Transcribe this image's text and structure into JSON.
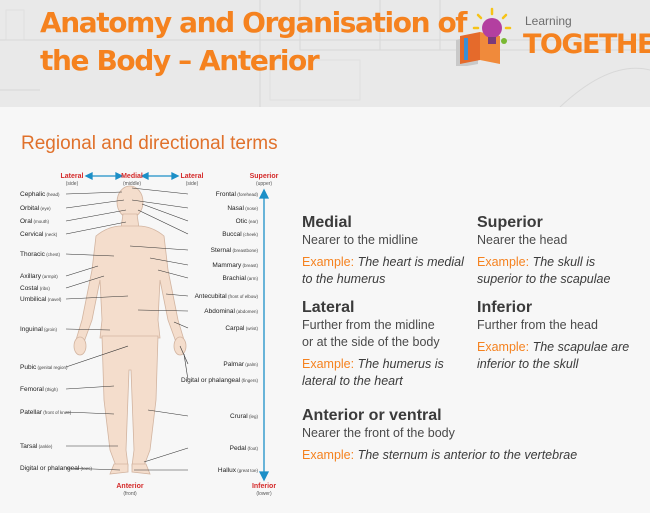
{
  "header": {
    "title_line1": "Anatomy and Organisation of",
    "title_line2": "the Body – Anterior",
    "logo_small": "Learning",
    "logo_big": "TOGETHER"
  },
  "section_title": "Regional and directional terms",
  "diagram": {
    "top_labels": [
      {
        "term": "Lateral",
        "sub": "(side)"
      },
      {
        "term": "Medial",
        "sub": "(middle)"
      },
      {
        "term": "Lateral",
        "sub": "(side)"
      }
    ],
    "superior": {
      "term": "Superior",
      "sub": "(upper)"
    },
    "inferior": {
      "term": "Inferior",
      "sub": "(lower)"
    },
    "anterior": {
      "term": "Anterior",
      "sub": "(front)"
    },
    "left_labels": [
      {
        "term": "Cephalic",
        "sub": "(head)"
      },
      {
        "term": "Orbital",
        "sub": "(eye)"
      },
      {
        "term": "Oral",
        "sub": "(mouth)"
      },
      {
        "term": "Cervical",
        "sub": "(neck)"
      },
      {
        "term": "Thoracic",
        "sub": "(chest)"
      },
      {
        "term": "Axillary",
        "sub": "(armpit)"
      },
      {
        "term": "Costal",
        "sub": "(ribs)"
      },
      {
        "term": "Umbilical",
        "sub": "(navel)"
      },
      {
        "term": "Inguinal",
        "sub": "(groin)"
      },
      {
        "term": "Pubic",
        "sub": "(genital region)"
      },
      {
        "term": "Femoral",
        "sub": "(thigh)"
      },
      {
        "term": "Patellar",
        "sub": "(front of knee)"
      },
      {
        "term": "Tarsal",
        "sub": "(ankle)"
      },
      {
        "term": "Digital or phalangeal",
        "sub": "(toes)"
      }
    ],
    "right_labels": [
      {
        "term": "Frontal",
        "sub": "(forehead)"
      },
      {
        "term": "Nasal",
        "sub": "(nose)"
      },
      {
        "term": "Otic",
        "sub": "(ear)"
      },
      {
        "term": "Buccal",
        "sub": "(cheek)"
      },
      {
        "term": "Sternal",
        "sub": "(breastbone)"
      },
      {
        "term": "Mammary",
        "sub": "(breast)"
      },
      {
        "term": "Brachial",
        "sub": "(arm)"
      },
      {
        "term": "Antecubital",
        "sub": "(front of elbow)"
      },
      {
        "term": "Abdominal",
        "sub": "(abdomen)"
      },
      {
        "term": "Carpal",
        "sub": "(wrist)"
      },
      {
        "term": "Palmar",
        "sub": "(palm)"
      },
      {
        "term": "Digital or phalangeal",
        "sub": "(fingers)"
      },
      {
        "term": "Crural",
        "sub": "(leg)"
      },
      {
        "term": "Pedal",
        "sub": "(foot)"
      },
      {
        "term": "Hallux",
        "sub": "(great toe)"
      }
    ]
  },
  "terms": {
    "medial": {
      "name": "Medial",
      "def": "Nearer to the midline",
      "ex_label": "Example:",
      "ex_l1": "The heart is medial",
      "ex_l2": "to the humerus"
    },
    "superior": {
      "name": "Superior",
      "def": "Nearer the head",
      "ex_label": "Example:",
      "ex_l1": "The skull is",
      "ex_l2": "superior to the scapulae"
    },
    "lateral": {
      "name": "Lateral",
      "def_l1": "Further from the midline",
      "def_l2": "or at the side of the body",
      "ex_label": "Example:",
      "ex_l1": "The humerus is",
      "ex_l2": "lateral to the heart"
    },
    "inferior": {
      "name": "Inferior",
      "def": "Further from the head",
      "ex_label": "Example:",
      "ex_l1": "The scapulae are",
      "ex_l2": "inferior to the skull"
    },
    "anterior": {
      "name": "Anterior or ventral",
      "def": "Nearer the front of the body",
      "ex_label": "Example:",
      "ex_l1": "The sternum is anterior to the vertebrae"
    }
  },
  "colors": {
    "accent": "#f5821f",
    "label_red": "#d42a2a",
    "arrow_blue": "#1d8fc7",
    "skin": "#f4ddcc"
  }
}
